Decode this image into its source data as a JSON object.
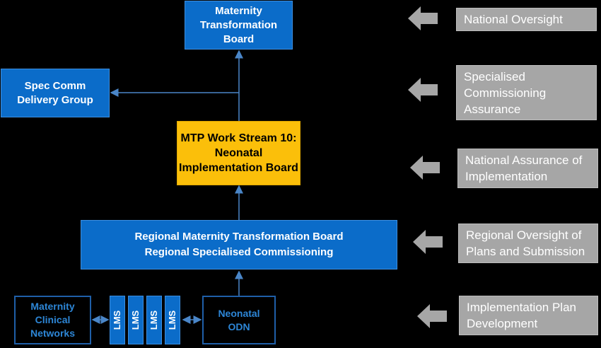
{
  "diagram": {
    "nodes": {
      "mtb": "Maternity\nTransformation\nBoard",
      "spec_comm": "Spec Comm\nDelivery Group",
      "mtp": "MTP Work Stream 10:\nNeonatal\nImplementation Board",
      "regional": "Regional Maternity Transformation Board\nRegional Specialised Commissioning",
      "mcn": "Maternity\nClinical\nNetworks",
      "lms": [
        "LMS",
        "LMS",
        "LMS",
        "LMS"
      ],
      "odn": "Neonatal\nODN"
    },
    "levels": [
      "National Oversight",
      "Specialised\nCommissioning\nAssurance",
      "National Assurance of\nImplementation",
      "Regional Oversight of\nPlans and Submission",
      "Implementation Plan\nDevelopment"
    ],
    "colors": {
      "board_blue": "#0b6cc9",
      "implementation_gold": "#fbbf0a",
      "level_grey": "#a6a6a6",
      "connector": "#4a86c8"
    }
  }
}
